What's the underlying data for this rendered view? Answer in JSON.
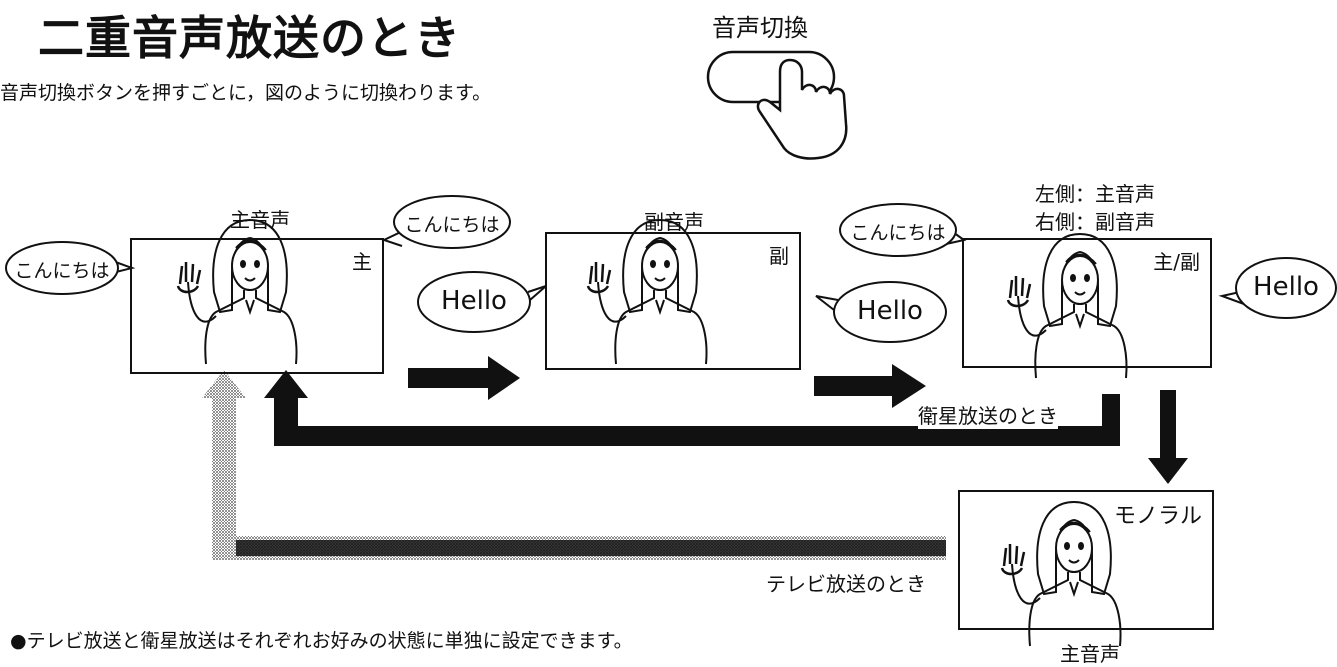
{
  "header": {
    "title": "二重音声放送のとき",
    "description": "音声切換ボタンを押すごとに，図のように切換わります。",
    "button_label": "音声切換"
  },
  "screens": [
    {
      "caption": "主音声",
      "mark": "主"
    },
    {
      "caption": "副音声",
      "mark": "副"
    },
    {
      "caption_line1": "左側：主音声",
      "caption_line2": "右側：副音声",
      "mark": "主/副"
    },
    {
      "caption": "主音声",
      "mark": "モノラル"
    }
  ],
  "bubbles": {
    "greeting": "こんにちは",
    "hello": "Hello"
  },
  "paths": {
    "satellite": "衛星放送のとき",
    "tv": "テレビ放送のとき"
  },
  "note": "●テレビ放送と衛星放送はそれぞれお好みの状態に単独に設定できます。"
}
